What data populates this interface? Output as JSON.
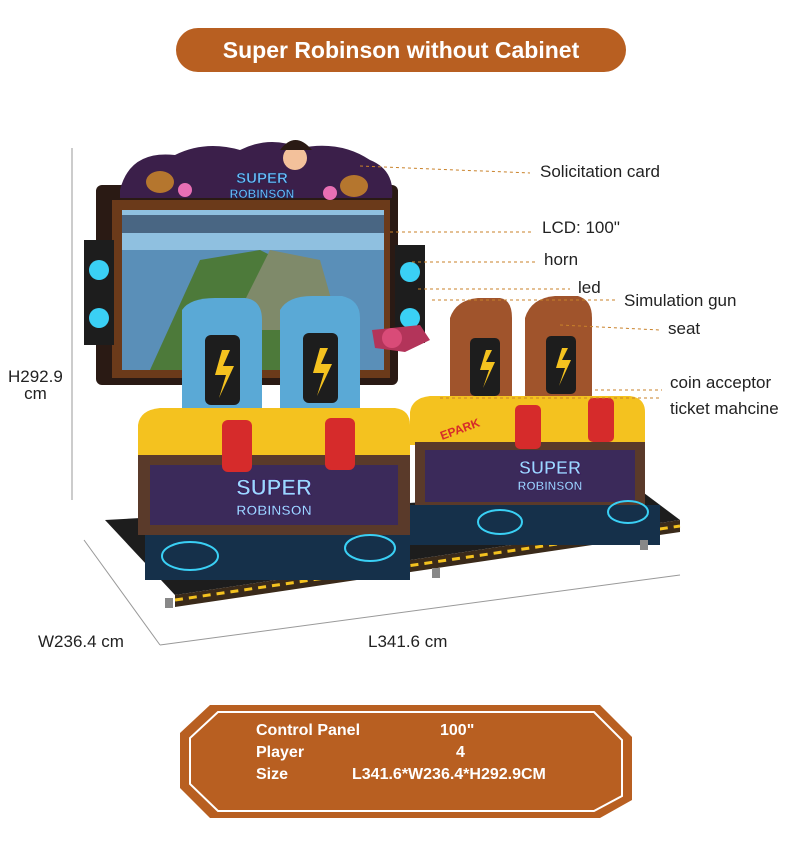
{
  "title": "Super Robinson without Cabinet",
  "callouts": {
    "solicitation_card": "Solicitation card",
    "lcd": "LCD: 100\"",
    "horn": "horn",
    "led": "led",
    "simulation_gun": "Simulation gun",
    "seat": "seat",
    "coin_acceptor": "coin acceptor",
    "ticket_machine": "ticket mahcine"
  },
  "dimensions": {
    "height": "H292.9\ncm",
    "height_line1": "H292.9",
    "height_line2": "cm",
    "width": "W236.4 cm",
    "length": "L341.6 cm"
  },
  "logo": {
    "marquee_text": "SUPER ROBINSON",
    "brand_mark": "EPARK"
  },
  "specs": [
    {
      "label": "Control Panel",
      "value": "100\""
    },
    {
      "label": "Player",
      "value": "4"
    },
    {
      "label": "Size",
      "value": "L341.6*W236.4*H292.9CM"
    }
  ],
  "colors": {
    "accent_brown": "#b85f21",
    "cabinet_dark": "#2a1a14",
    "seat_blue": "#5aa9d6",
    "seat_brown": "#a0542c",
    "panel_yellow": "#f4c21f",
    "light_red": "#d62b2b"
  }
}
